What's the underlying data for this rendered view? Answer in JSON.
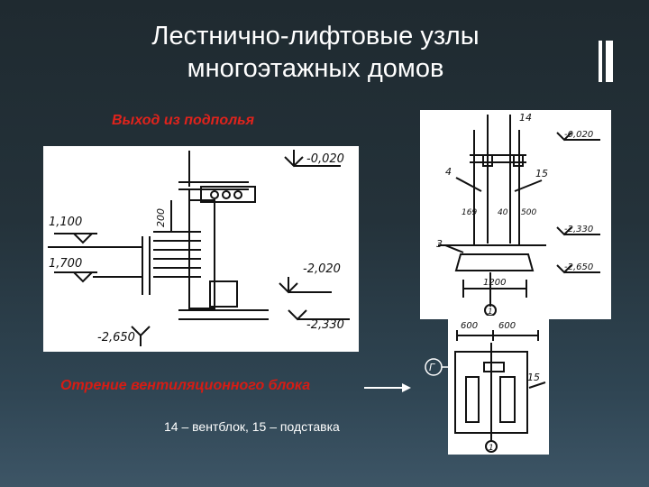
{
  "slide": {
    "title_line1": "Лестнично-лифтовые узлы",
    "title_line2": "многоэтажных домов",
    "subtitle": "Выход из подполья",
    "caption": "Отрение вентиляционного блока",
    "legend": "14 – вентблок, 15 – подставка"
  },
  "left_drawing": {
    "dim_200": "200",
    "level_0020": "-0,020",
    "level_1100": "1,100",
    "level_1700": "1,700",
    "level_2020": "-2,020",
    "level_2330": "-2,330",
    "level_2650": "-2,650"
  },
  "right_top_drawing": {
    "label_14": "14",
    "label_4": "4",
    "label_15": "15",
    "label_3": "3",
    "dim_169": "169",
    "dim_40": "40",
    "dim_500": "500",
    "dim_1200": "1200",
    "level_0020": "-0,020",
    "level_2330": "-2,330",
    "level_2650": "-2,650",
    "axis_1": "1"
  },
  "right_bottom_drawing": {
    "dim_600a": "600",
    "dim_600b": "600",
    "axis_g": "Г",
    "label_15": "15",
    "axis_1": "1"
  }
}
